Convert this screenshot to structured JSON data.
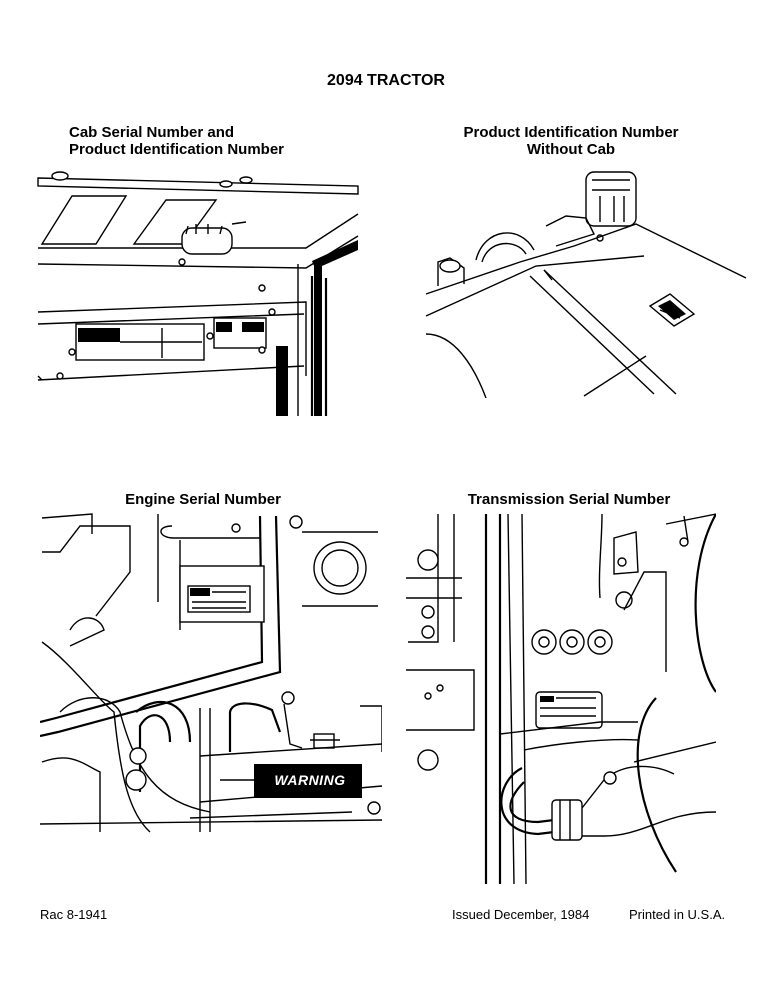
{
  "page": {
    "title": "2094 TRACTOR"
  },
  "figures": [
    {
      "caption_line1": "Cab Serial Number and",
      "caption_line2": "Product Identification Number"
    },
    {
      "caption_line1": "Product Identification Number",
      "caption_line2": "Without Cab"
    },
    {
      "caption_line1": "Engine Serial Number"
    },
    {
      "caption_line1": "Transmission Serial Number",
      "warning_decal": "WARNING"
    }
  ],
  "footer": {
    "doc_number": "Rac 8-1941",
    "issued": "Issued December, 1984",
    "printed": "Printed in U.S.A."
  }
}
